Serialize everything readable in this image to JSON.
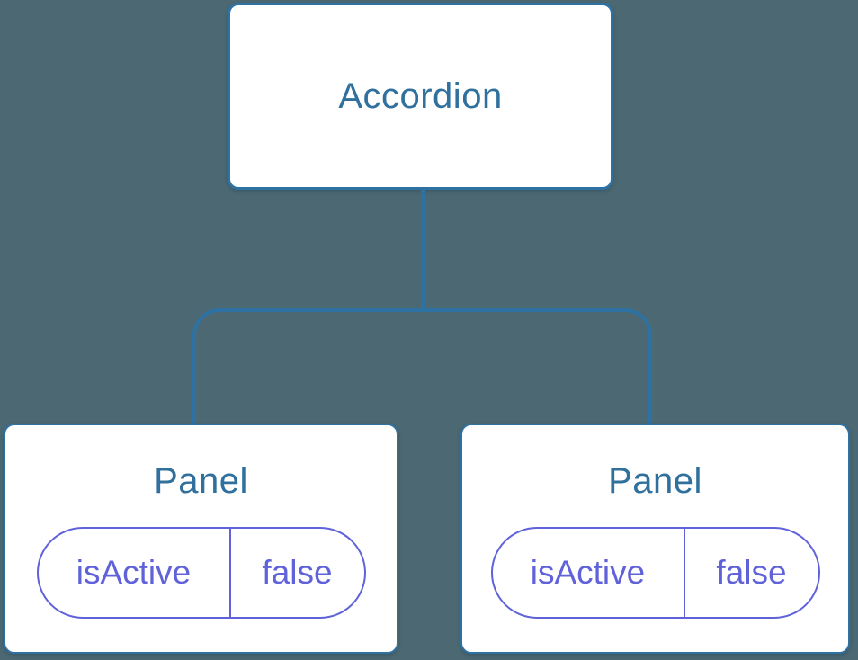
{
  "colors": {
    "background": "#4C6973",
    "line": "#2E71A3",
    "box-bg": "#FFFFFF",
    "box-text": "#30709D",
    "state-accent": "#6062D9"
  },
  "tree": {
    "root": {
      "label": "Accordion"
    },
    "children": [
      {
        "label": "Panel",
        "state_key": "isActive",
        "state_value": "false"
      },
      {
        "label": "Panel",
        "state_key": "isActive",
        "state_value": "false"
      }
    ]
  }
}
